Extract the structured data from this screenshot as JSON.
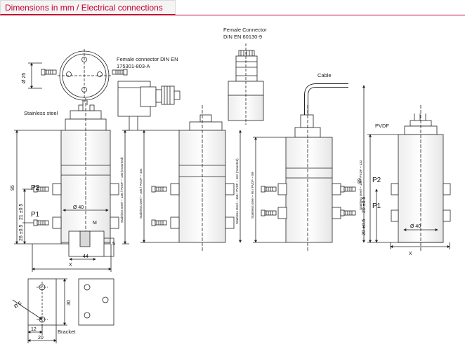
{
  "header": {
    "title": "Dimensions in mm / Electrical connections"
  },
  "labels": {
    "connector_top_line1": "Female connector DIN EN",
    "connector_top_line2": "175301-803-A",
    "connector_round_line1": "Female Connector",
    "connector_round_line2": "DIN EN 60130-9",
    "cable": "Cable",
    "stainless": "Stainless steel",
    "pvdf": "PVDF",
    "bracket": "Bracket"
  },
  "dims": {
    "dia25": "Ø 25",
    "dia40": "Ø 40",
    "dia40_b": "Ø 40",
    "dia5": "Ø 5",
    "h95": "95",
    "h89": "89",
    "m": "M",
    "x1": "X",
    "x2": "X",
    "d44": "44",
    "d5": "5",
    "d30": "30",
    "d12": "12",
    "d20": "20",
    "p2_1": "P2",
    "p1_1": "P1",
    "p2_2": "P2",
    "p1_2": "P1",
    "d21a": "21 ±0.5",
    "d26a": "26 ±0.5",
    "d20b": "20 ±0.5",
    "d20c": "20 ±0.5",
    "vert1": "Stainless steel ~ 136 / PVDF ~ 130 (mounted)",
    "vert2": "Stainless steel ~ 106 / PVDF ~ 102",
    "vert3": "Stainless steel ~ 156 / PVDF ~ 152 (mounted)",
    "vert4": "Stainless steel ~ 95 / PVDF ~ 89",
    "vert5": "Stainless steel ~ 136 / PVDF ~ 132"
  }
}
